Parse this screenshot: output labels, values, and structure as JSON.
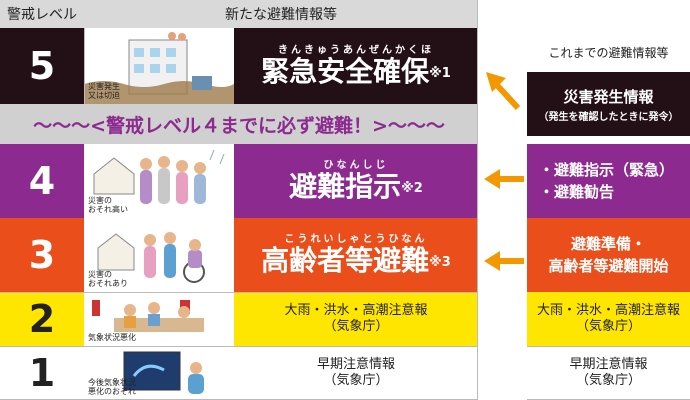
{
  "header": {
    "level_col": "警戒レベル",
    "new_info_col": "新たな避難情報等",
    "old_info_col": "これまでの避難情報等"
  },
  "levels": [
    {
      "num": "5",
      "caption": "災害発生\n又は切迫",
      "ruby": "きんきゅうあんぜんかくほ",
      "action": "緊急安全確保",
      "note": "※1"
    },
    {
      "num": "4",
      "caption": "災害の\nおそれ高い",
      "ruby": "ひなんしじ",
      "action": "避難指示",
      "note": "※2"
    },
    {
      "num": "3",
      "caption": "災害の\nおそれあり",
      "ruby": "こうれいしゃとうひなん",
      "action": "高齢者等避難",
      "note": "※3"
    },
    {
      "num": "2",
      "caption": "気象状況悪化",
      "action": "大雨・洪水・高潮注意報\n（気象庁）"
    },
    {
      "num": "1",
      "caption": "今後気象状況\n悪化のおそれ",
      "action": "早期注意情報\n（気象庁）"
    }
  ],
  "banner": "〜〜〜<警戒レベル４までに必ず避難！>〜〜〜",
  "old": {
    "l5_main": "災害発生情報",
    "l5_sub": "（発生を確認したときに発令）",
    "l4": "・避難指示（緊急）\n・避難勧告",
    "l3": "避難準備・\n高齢者等避難開始",
    "l2": "大雨・洪水・高潮注意報\n（気象庁）",
    "l1": "早期注意情報\n（気象庁）"
  },
  "colors": {
    "l5": "#231016",
    "l4": "#8c2a8f",
    "l3": "#e94e1b",
    "l2": "#ffe600",
    "banner": "#d0d0d0",
    "arrow": "#f39800"
  }
}
